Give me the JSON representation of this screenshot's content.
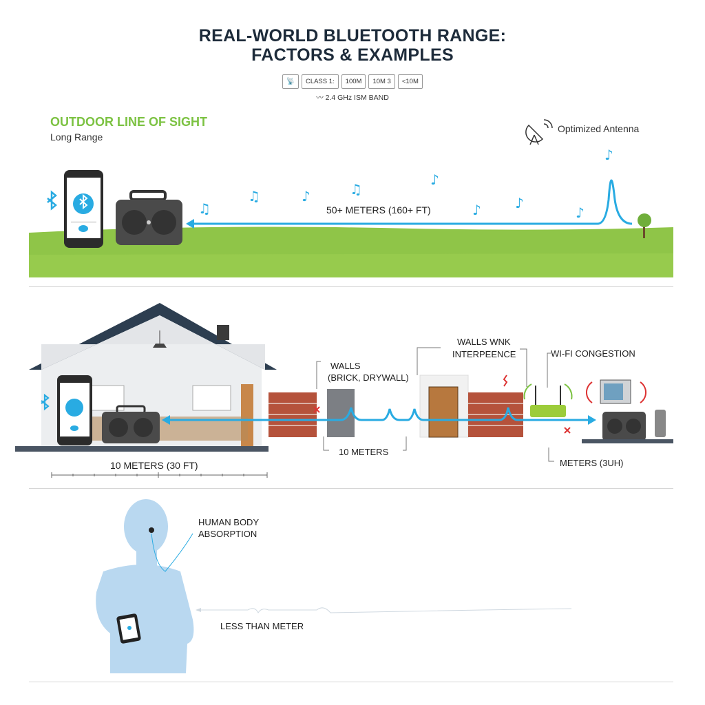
{
  "header": {
    "title_line1": "REAL-WORLD BLUETOOTH RANGE:",
    "title_line2": "FACTORS & EXAMPLES",
    "badges": [
      "CLASS 1:",
      "100M",
      "10M 3",
      "<10M"
    ],
    "band_label": "2.4 GHz ISM BAND"
  },
  "outdoor": {
    "heading": "OUTDOOR LINE OF SIGHT",
    "subheading": "Long Range",
    "antenna_label": "Optimized Antenna",
    "distance_label": "50+ METERS (160+ FT)"
  },
  "indoor": {
    "walls_label_1": "WALLS",
    "walls_label_2": "(BRICK, DRYWALL)",
    "interference_label_1": "WALLS WNK",
    "interference_label_2": "INTERPEENCE",
    "wifi_label": "WI-FI CONGESTION",
    "meters_label": "10 METERS",
    "meters_right_label": "METERS (3UH)",
    "house_distance_label": "10 METERS (30 FT)"
  },
  "body": {
    "label_1": "HUMAN BODY",
    "label_2": "ABSORPTION",
    "distance_label": "LESS THAN METER"
  },
  "colors": {
    "title": "#1d2b3a",
    "accent_green": "#7cc242",
    "signal_blue": "#29abe2",
    "grass": "#8fc548",
    "brick": "#b5523b",
    "person": "#b9d8f0"
  }
}
